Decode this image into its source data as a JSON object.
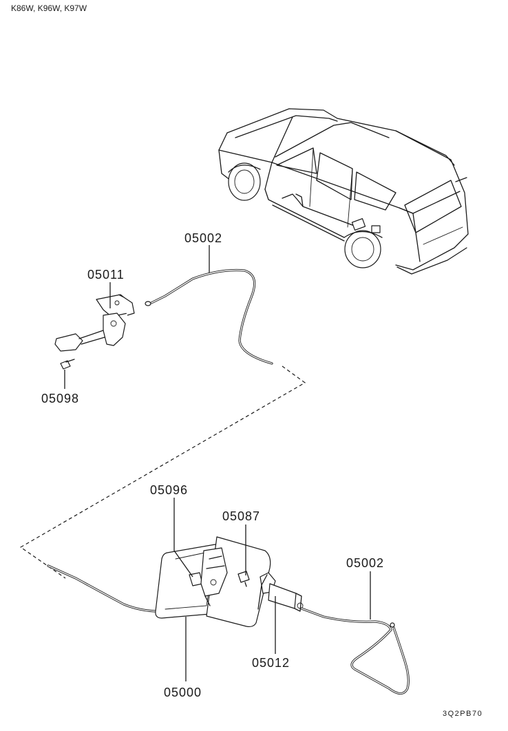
{
  "header": {
    "models": "K86W, K96W, K97W"
  },
  "parts": {
    "p05002_top": "05002",
    "p05011": "05011",
    "p05098": "05098",
    "p05096": "05096",
    "p05087": "05087",
    "p05002_bottom": "05002",
    "p05012": "05012",
    "p05000": "05000"
  },
  "figure_code": "3Q2PB70"
}
